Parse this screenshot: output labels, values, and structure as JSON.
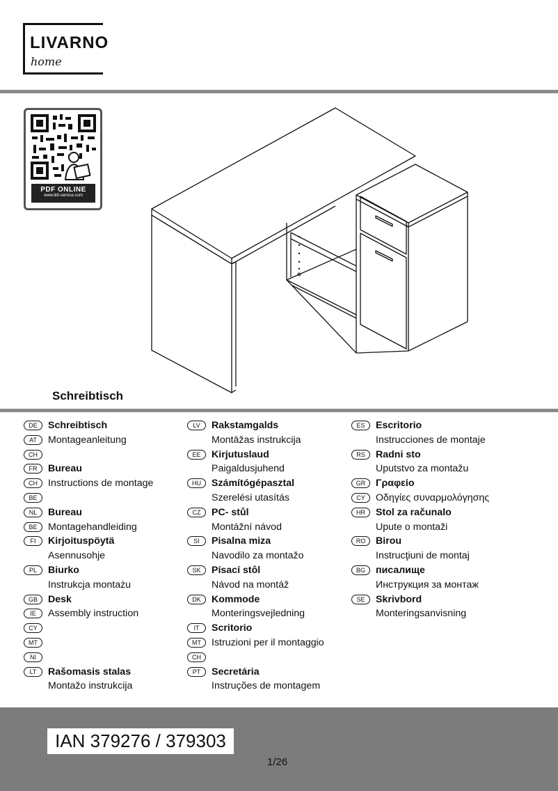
{
  "brand": {
    "name": "LIVARNO",
    "sub": "home"
  },
  "qr": {
    "label": "PDF ONLINE",
    "url": "www.lidl-service.com"
  },
  "product_title": "Schreibtisch",
  "columns": [
    [
      {
        "code": "DE",
        "text": "Schreibtisch",
        "bold": true
      },
      {
        "code": "AT",
        "text": "Montageanleitung",
        "bold": false
      },
      {
        "code": "CH",
        "text": "",
        "bold": false
      },
      {
        "code": "FR",
        "text": "Bureau",
        "bold": true
      },
      {
        "code": "CH",
        "text": "Instructions de montage",
        "bold": false
      },
      {
        "code": "BE",
        "text": "",
        "bold": false
      },
      {
        "code": "NL",
        "text": "Bureau",
        "bold": true
      },
      {
        "code": "BE",
        "text": "Montagehandleiding",
        "bold": false
      },
      {
        "code": "FI",
        "text": "Kirjoituspöytä",
        "bold": true
      },
      {
        "code": "",
        "text": "Asennusohje",
        "bold": false
      },
      {
        "code": "PL",
        "text": "Biurko",
        "bold": true
      },
      {
        "code": "",
        "text": "Instrukcja montażu",
        "bold": false
      },
      {
        "code": "GB",
        "text": "Desk",
        "bold": true
      },
      {
        "code": "IE",
        "text": "Assembly instruction",
        "bold": false
      },
      {
        "code": "CY",
        "text": "",
        "bold": false
      },
      {
        "code": "MT",
        "text": "",
        "bold": false
      },
      {
        "code": "NI",
        "text": "",
        "bold": false
      },
      {
        "code": "LT",
        "text": "Rašomasis stalas",
        "bold": true
      },
      {
        "code": "",
        "text": "Montažo instrukcija",
        "bold": false
      }
    ],
    [
      {
        "code": "LV",
        "text": "Rakstamgalds",
        "bold": true
      },
      {
        "code": "",
        "text": "Montāžas instrukcija",
        "bold": false
      },
      {
        "code": "EE",
        "text": "Kirjutuslaud",
        "bold": true
      },
      {
        "code": "",
        "text": "Paigaldusjuhend",
        "bold": false
      },
      {
        "code": "HU",
        "text": "Számítógépasztal",
        "bold": true
      },
      {
        "code": "",
        "text": "Szerelési utasítás",
        "bold": false
      },
      {
        "code": "CZ",
        "text": "PC- stůl",
        "bold": true
      },
      {
        "code": "",
        "text": "Montážní návod",
        "bold": false
      },
      {
        "code": "SI",
        "text": "Pisalna miza",
        "bold": true
      },
      {
        "code": "",
        "text": "Navodilo za montažo",
        "bold": false
      },
      {
        "code": "SK",
        "text": "Písací stôl",
        "bold": true
      },
      {
        "code": "",
        "text": "Návod na montáž",
        "bold": false
      },
      {
        "code": "DK",
        "text": "Kommode",
        "bold": true
      },
      {
        "code": "",
        "text": "Monteringsvejledning",
        "bold": false
      },
      {
        "code": "IT",
        "text": "Scritorio",
        "bold": true
      },
      {
        "code": "MT",
        "text": "Istruzioni per il montaggio",
        "bold": false
      },
      {
        "code": "CH",
        "text": "",
        "bold": false
      },
      {
        "code": "PT",
        "text": "Secretária",
        "bold": true
      },
      {
        "code": "",
        "text": "Instruções de montagem",
        "bold": false
      }
    ],
    [
      {
        "code": "ES",
        "text": "Escritorio",
        "bold": true
      },
      {
        "code": "",
        "text": "Instrucciones de montaje",
        "bold": false
      },
      {
        "code": "RS",
        "text": "Radni sto",
        "bold": true
      },
      {
        "code": "",
        "text": "Uputstvo za montažu",
        "bold": false
      },
      {
        "code": "GR",
        "text": "Γραφείο",
        "bold": true
      },
      {
        "code": "CY",
        "text": "Οδηγίες συναρμολόγησης",
        "bold": false
      },
      {
        "code": "HR",
        "text": "Stol za računalo",
        "bold": true
      },
      {
        "code": "",
        "text": "Upute o montaži",
        "bold": false
      },
      {
        "code": "RO",
        "text": "Birou",
        "bold": true
      },
      {
        "code": "",
        "text": "Instrucţiuni de montaj",
        "bold": false
      },
      {
        "code": "BG",
        "text": "писалище",
        "bold": true
      },
      {
        "code": "",
        "text": "Инструкция за монтаж",
        "bold": false
      },
      {
        "code": "SE",
        "text": "Skrivbord",
        "bold": true
      },
      {
        "code": "",
        "text": "Monteringsanvisning",
        "bold": false
      }
    ]
  ],
  "ian": "IAN 379276 / 379303",
  "page": "1/26"
}
